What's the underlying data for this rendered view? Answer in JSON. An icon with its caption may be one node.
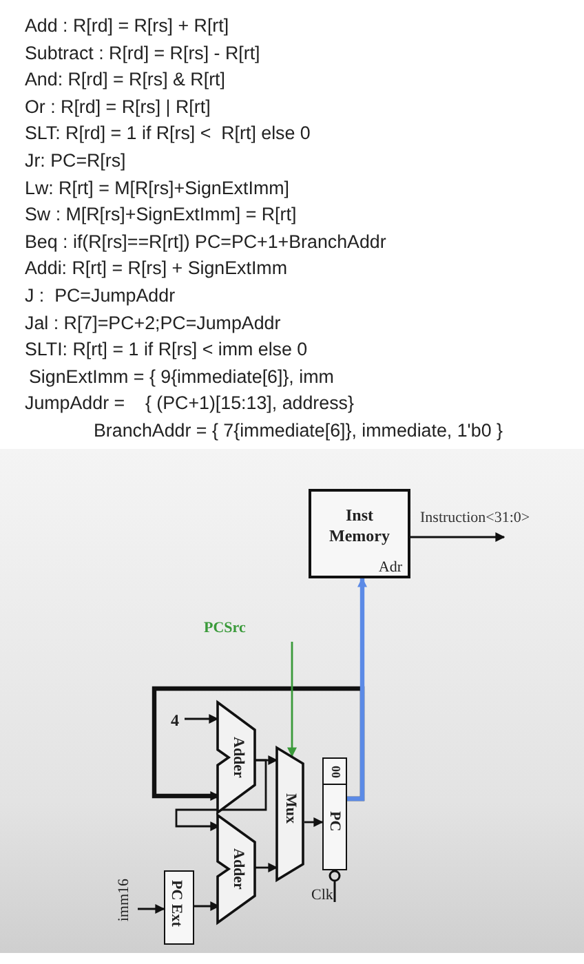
{
  "diagram": {
    "nodes": [
      {
        "text": [
          "Inst Memory",
          "Adr"
        ]
      },
      {
        "text": [
          "PCSrc"
        ]
      },
      {
        "text": [
          "4"
        ]
      },
      {
        "text": [
          "Adder"
        ]
      },
      {
        "text": [
          "Adder"
        ]
      },
      {
        "text": [
          "Mux"
        ]
      },
      {
        "text": [
          "00",
          "PC"
        ]
      },
      {
        "text": [
          "imm16"
        ]
      },
      {
        "text": [
          "PC Ext"
        ]
      }
    ],
    "edges": [
      {
        "from": 0,
        "to": null,
        "arrow": "to",
        "label": "Instruction<31:0>"
      },
      {
        "from": 1,
        "to": 5,
        "arrow": "to",
        "color": "#3a9a3a"
      },
      {
        "from": 2,
        "to": 3,
        "arrow": "to"
      },
      {
        "from": 6,
        "to": 0,
        "arrow": "to",
        "style": "thick",
        "color": "#5b8ae6"
      },
      {
        "from": 6,
        "to": 3,
        "arrow": "to",
        "style": "thick"
      },
      {
        "from": 3,
        "to": 5,
        "arrow": "to"
      },
      {
        "from": 3,
        "to": 4,
        "arrow": "to"
      },
      {
        "from": 4,
        "to": 5,
        "arrow": "to"
      },
      {
        "from": 5,
        "to": 6,
        "arrow": "to"
      },
      {
        "from": 7,
        "to": 8,
        "arrow": "to"
      },
      {
        "from": 8,
        "to": 4,
        "arrow": "to"
      }
    ],
    "labels": [
      "Add : R[rd] = R[rs] + R[rt]",
      "Subtract : R[rd] = R[rs] - R[rt]",
      "And: R[rd] = R[rs] & R[rt]",
      "Or : R[rd] = R[rs] | R[rt]",
      "SLT: R[rd] = 1 if R[rs] <  R[rt] else 0",
      "Jr: PC=R[rs]",
      "Lw: R[rt] = M[R[rs]+SignExtImm]",
      "Sw : M[R[rs]+SignExtImm] = R[rt]",
      "Beq : if(R[rs]==R[rt]) PC=PC+1+BranchAddr",
      "Addi: R[rt] = R[rs] + SignExtImm",
      "J :  PC=JumpAddr",
      "Jal : R[7]=PC+2;PC=JumpAddr",
      "SLTI: R[rt] = 1 if R[rs] < imm else 0",
      "SignExtImm = { 9{immediate[6]}, imm",
      "JumpAddr =    { (PC+1)[15:13], address}",
      "BranchAddr = { 7{immediate[6]}, immediate, 1'b0 }",
      "Clk"
    ]
  }
}
